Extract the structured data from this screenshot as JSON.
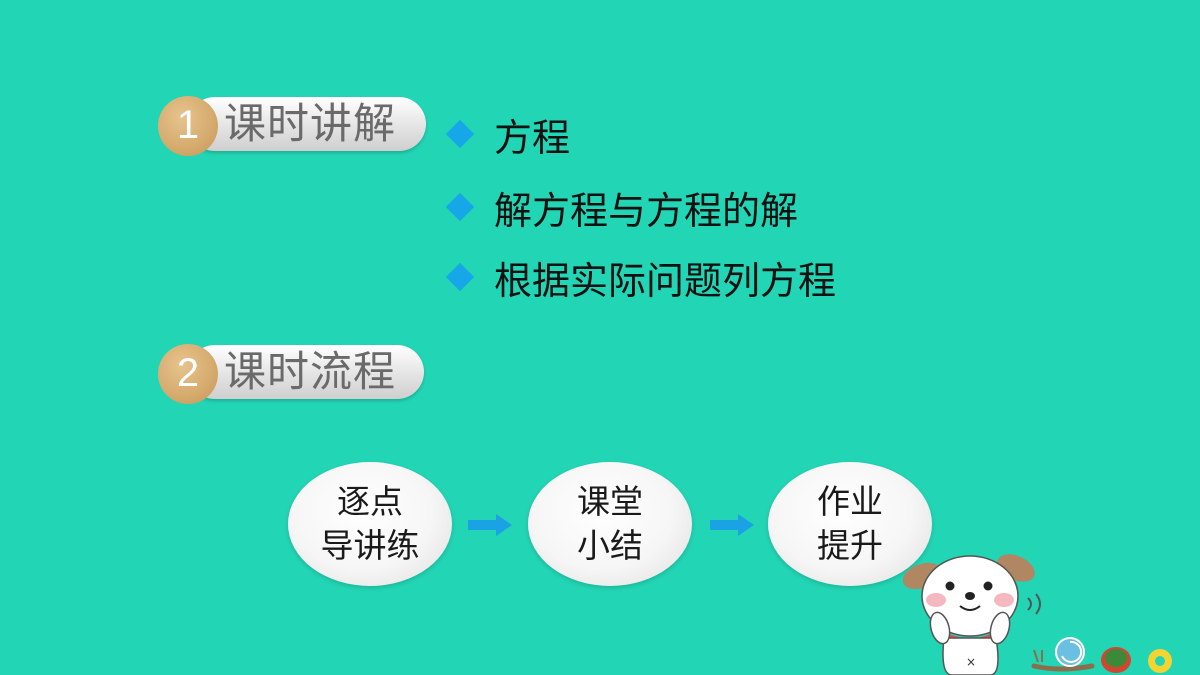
{
  "sections": [
    {
      "number": "1",
      "title": "课时讲解"
    },
    {
      "number": "2",
      "title": "课时流程"
    }
  ],
  "topics": [
    "方程",
    "解方程与方程的解",
    "根据实际问题列方程"
  ],
  "flow": [
    {
      "line1": "逐点",
      "line2": "导讲练"
    },
    {
      "line1": "课堂",
      "line2": "小结"
    },
    {
      "line1": "作业",
      "line2": "提升"
    }
  ],
  "colors": {
    "background": "#22d5b4",
    "number_badge": "#d5aa6d",
    "bullet": "#16a7e8",
    "arrow": "#1aa2e4"
  },
  "icons": {
    "bullet": "diamond-icon",
    "flow_connector": "arrow-right-icon",
    "mascot": "puppy-illustration"
  }
}
